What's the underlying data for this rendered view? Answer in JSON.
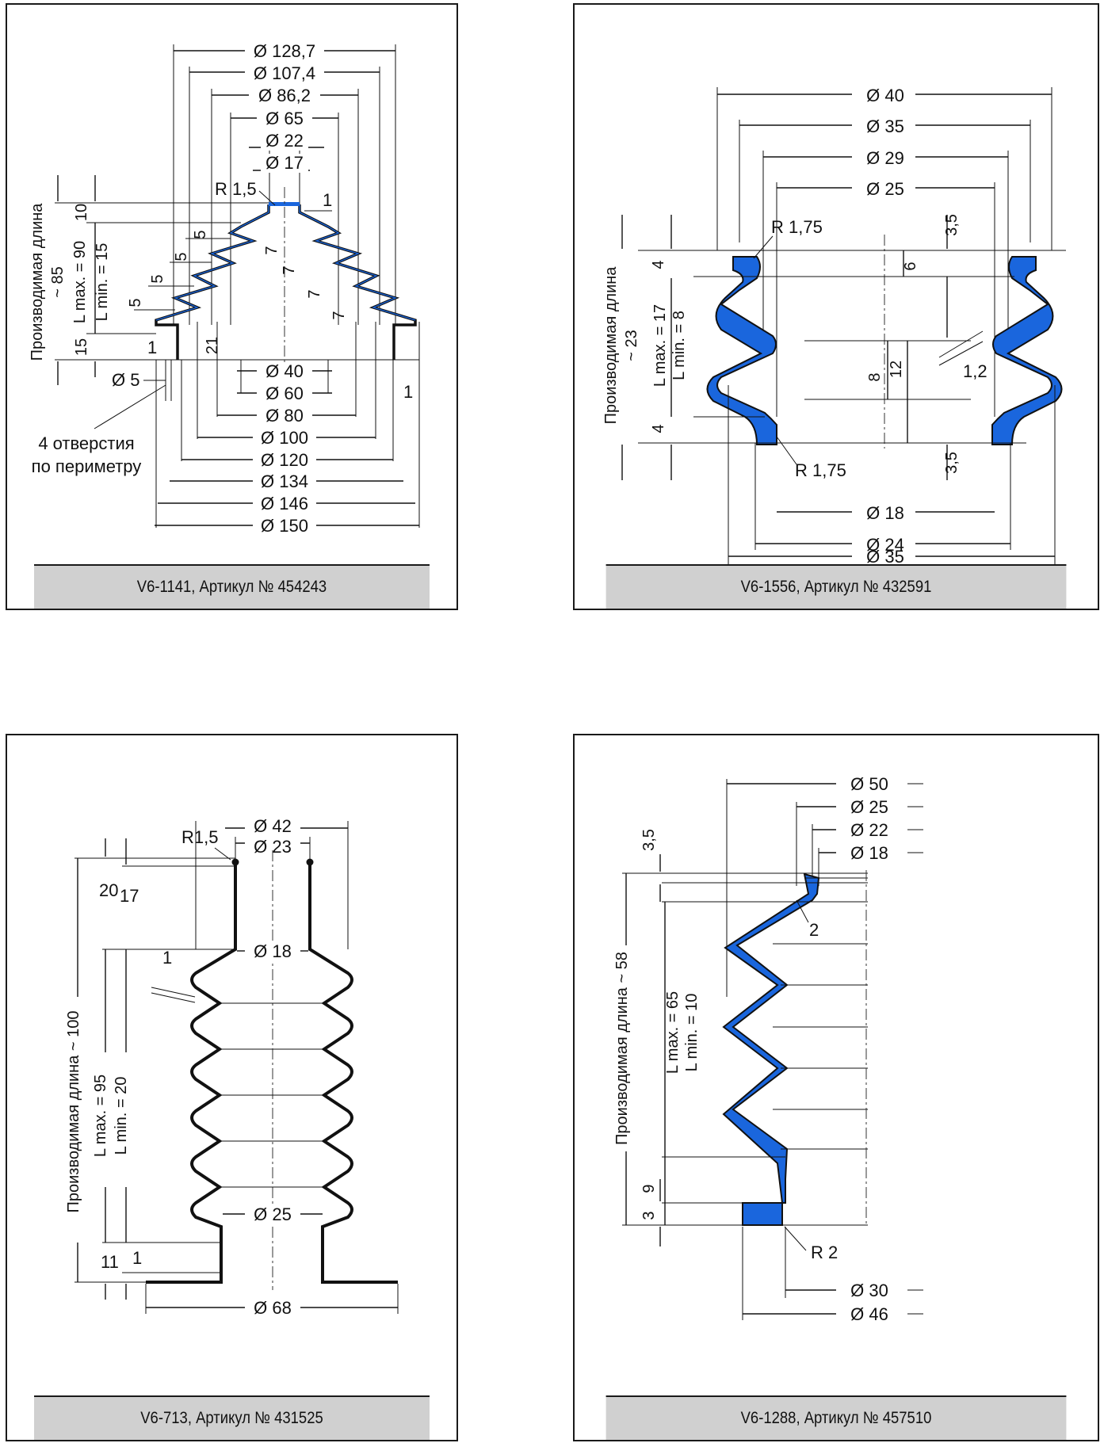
{
  "colors": {
    "profile_blue": "#1a66dd",
    "outline": "#111111",
    "caption_bg": "#d0d0d0"
  },
  "panels": [
    {
      "caption": "V6-1141, Артикул № 454243",
      "diameters_top": [
        "Ø 128,7",
        "Ø 107,4",
        "Ø 86,2",
        "Ø 65",
        "Ø 22",
        "Ø 17"
      ],
      "diameters_bottom": [
        "Ø 40",
        "Ø 60",
        "Ø 80",
        "Ø 100",
        "Ø 120",
        "Ø 134",
        "Ø 146",
        "Ø 150"
      ],
      "radius": "R 1,5",
      "hole_dia": "Ø 5",
      "hole_note_1": "4 отверстия",
      "hole_note_2": "по периметру",
      "length_label": "Производимая длина",
      "length_value": "~ 85",
      "lmax": "L max. = 90",
      "lmin": "L min. = 15",
      "dims": {
        "d10": "10",
        "d15": "15",
        "d1": "1",
        "d5": "5",
        "d7": "7",
        "d21": "21"
      }
    },
    {
      "caption": "V6-1556, Артикул № 432591",
      "diameters_top": [
        "Ø 40",
        "Ø 35",
        "Ø 29",
        "Ø 25"
      ],
      "diameters_bottom": [
        "Ø 18",
        "Ø 24",
        "Ø 35"
      ],
      "radius_top": "R 1,75",
      "radius_bottom": "R 1,75",
      "length_label": "Производимая длина",
      "length_value": "~ 23",
      "lmax": "L max. = 17",
      "lmin": "L min. = 8",
      "dims": {
        "d4": "4",
        "d35": "3,5",
        "d6": "6",
        "d12": "12",
        "d8": "8",
        "d12b": "1,2"
      }
    },
    {
      "caption": "V6-713, Артикул № 431525",
      "diameters_top": [
        "Ø 42",
        "Ø 23"
      ],
      "diameter_inner_top": "Ø 18",
      "diameter_inner_bottom": "Ø 25",
      "diameter_base": "Ø 68",
      "radius": "R1,5",
      "length_label": "Производимая длина ~ 100",
      "lmax": "L max. = 95",
      "lmin": "L min. = 20",
      "dims": {
        "d20": "20",
        "d17": "17",
        "d1": "1",
        "d11": "11",
        "d1b": "1"
      }
    },
    {
      "caption": "V6-1288, Артикул № 457510",
      "diameters_top": [
        "Ø 50",
        "Ø 25",
        "Ø 22",
        "Ø 18"
      ],
      "diameters_bottom": [
        "Ø 30",
        "Ø 46"
      ],
      "radius": "R 2",
      "length_label": "Производимая длина ~ 58",
      "lmax": "L max. = 65",
      "lmin": "L min. = 10",
      "dims": {
        "d35": "3,5",
        "d2": "2",
        "d9": "9",
        "d3": "3"
      }
    }
  ]
}
